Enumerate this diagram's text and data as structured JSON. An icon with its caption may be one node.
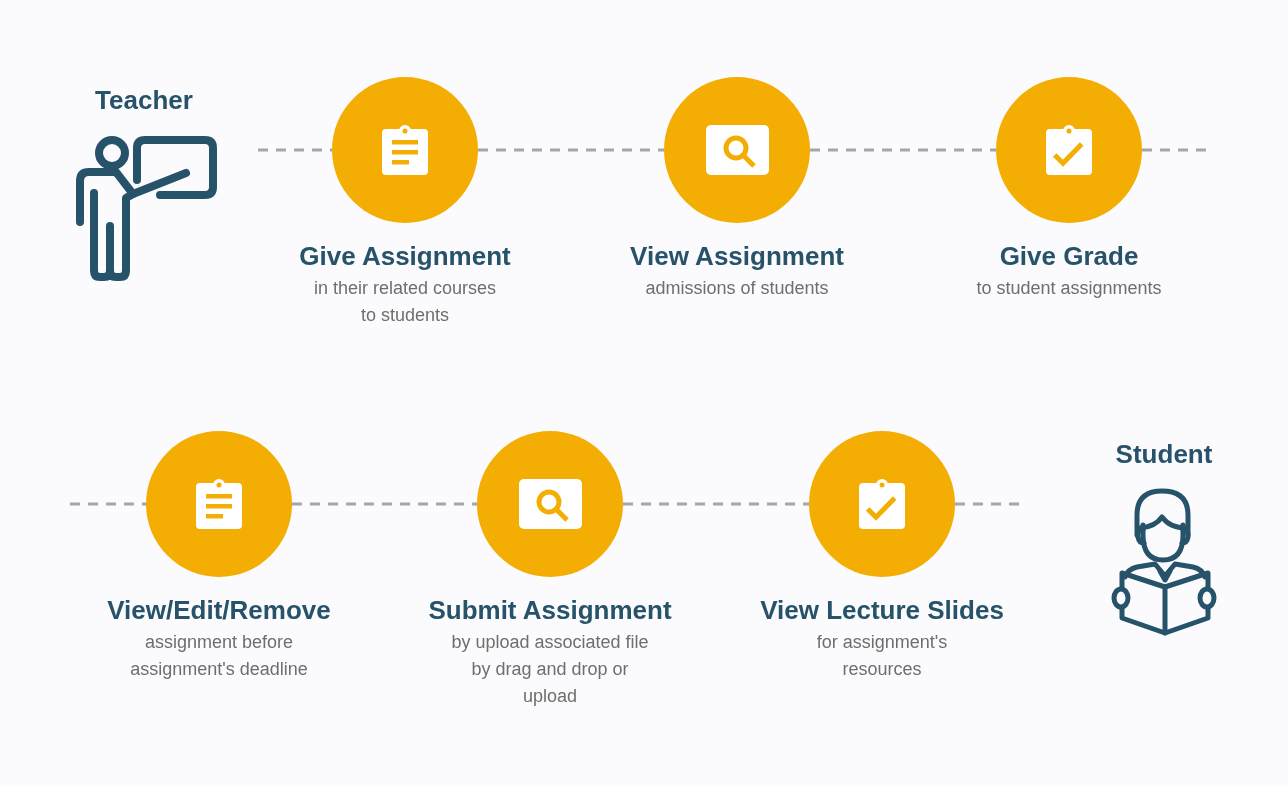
{
  "diagram": {
    "nodes": [
      {
        "text": [],
        "shape": "circle",
        "beside": [
          "Give Assignment",
          "in their related courses to students"
        ]
      },
      {
        "text": [],
        "shape": "circle",
        "beside": [
          "View Assignment",
          "admissions of students"
        ]
      },
      {
        "text": [],
        "shape": "circle",
        "beside": [
          "Give Grade",
          "to student assignments"
        ]
      },
      {
        "text": [],
        "shape": "circle",
        "beside": [
          "View/Edit/Remove",
          "assignment before assignment's deadline"
        ]
      },
      {
        "text": [],
        "shape": "circle",
        "beside": [
          "Submit Assignment",
          "by upload associated file by drag and drop or upload"
        ]
      },
      {
        "text": [],
        "shape": "circle",
        "beside": [
          "View Lecture Slides",
          "for assignment's resources"
        ]
      }
    ],
    "edges": [
      {
        "from": null,
        "to": 0,
        "arrow": "none",
        "style": "dashed"
      },
      {
        "from": 0,
        "to": 1,
        "arrow": "none",
        "style": "dashed"
      },
      {
        "from": 1,
        "to": 2,
        "arrow": "none",
        "style": "dashed"
      },
      {
        "from": 2,
        "to": null,
        "arrow": "none",
        "style": "dashed"
      },
      {
        "from": null,
        "to": 3,
        "arrow": "none",
        "style": "dashed"
      },
      {
        "from": 3,
        "to": 4,
        "arrow": "none",
        "style": "dashed"
      },
      {
        "from": 4,
        "to": 5,
        "arrow": "none",
        "style": "dashed"
      },
      {
        "from": 5,
        "to": null,
        "arrow": "none",
        "style": "dashed"
      }
    ],
    "labels": [
      "Teacher",
      "Student"
    ]
  }
}
